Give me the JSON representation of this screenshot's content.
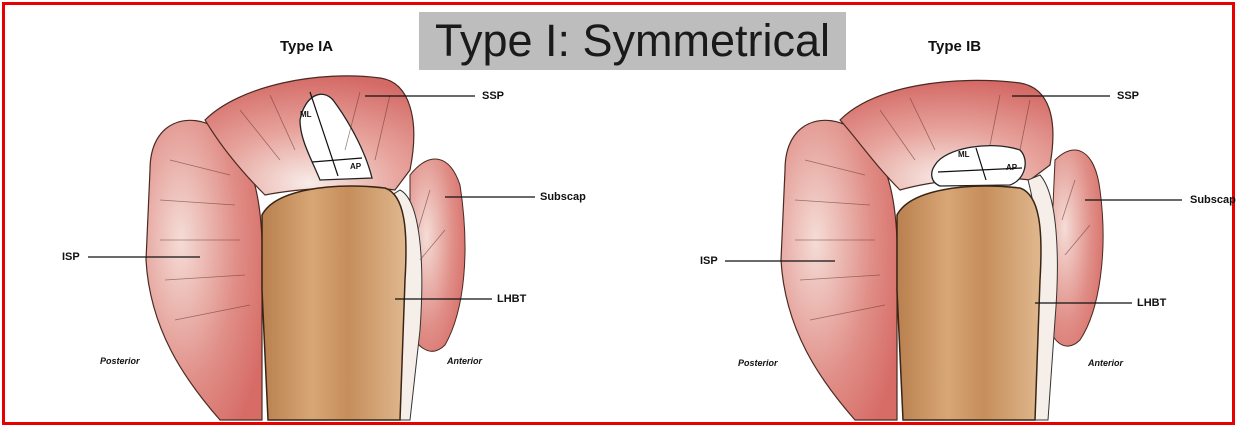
{
  "title": "Type I: Symmetrical",
  "colors": {
    "frame": "#e80000",
    "title_bg": "#bdbdbd",
    "muscle": "#d96b66",
    "bone": "#c98e5a",
    "tendon": "#f6efe9"
  },
  "panels": [
    {
      "heading": "Type IA",
      "labels": {
        "ssp": "SSP",
        "subscap": "Subscap",
        "isp": "ISP",
        "lhbt": "LHBT",
        "posterior": "Posterior",
        "anterior": "Anterior",
        "ml": "ML",
        "ap": "AP"
      }
    },
    {
      "heading": "Type IB",
      "labels": {
        "ssp": "SSP",
        "subscap": "Subscap",
        "isp": "ISP",
        "lhbt": "LHBT",
        "posterior": "Posterior",
        "anterior": "Anterior",
        "ml": "ML",
        "ap": "AP"
      }
    }
  ]
}
